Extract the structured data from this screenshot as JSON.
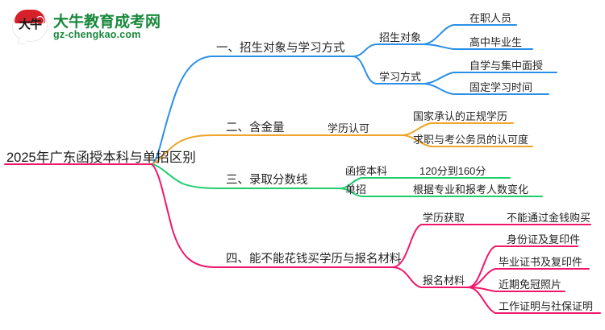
{
  "logo": {
    "badge_text": "大牛",
    "name": "大牛教育成考网",
    "url": "gz-chengkao.com",
    "brand_color": "#19883c",
    "badge_color": "#d6202a"
  },
  "mindmap": {
    "root": {
      "label": "2025年广东函授本科与单招区别"
    },
    "colors": {
      "branch1": "#2b8fe8",
      "branch2": "#f0a429",
      "branch3": "#1ecd6e",
      "branch4": "#f0176b"
    },
    "branches": [
      {
        "label": "一、招生对象与学习方式",
        "color": "#2b8fe8",
        "children": [
          {
            "label": "招生对象",
            "leaves": [
              "在职人员",
              "高中毕业生"
            ]
          },
          {
            "label": "学习方式",
            "leaves": [
              "自学与集中面授",
              "固定学习时间"
            ]
          }
        ]
      },
      {
        "label": "二、含金量",
        "color": "#f0a429",
        "children": [
          {
            "label": "学历认可",
            "leaves": [
              "国家承认的正规学历",
              "求职与考公务员的认可度"
            ]
          }
        ]
      },
      {
        "label": "三、录取分数线",
        "color": "#1ecd6e",
        "children": [
          {
            "label": "函授本科",
            "leaves": [
              "120分到160分"
            ]
          },
          {
            "label": "单招",
            "leaves": [
              "根据专业和报考人数变化"
            ]
          }
        ]
      },
      {
        "label": "四、能不能花钱买学历与报名材料",
        "color": "#f0176b",
        "children": [
          {
            "label": "学历获取",
            "leaves": [
              "不能通过金钱购买"
            ]
          },
          {
            "label": "报名材料",
            "leaves": [
              "身份证及复印件",
              "毕业证书及复印件",
              "近期免冠照片",
              "工作证明与社保证明"
            ]
          }
        ]
      }
    ]
  }
}
